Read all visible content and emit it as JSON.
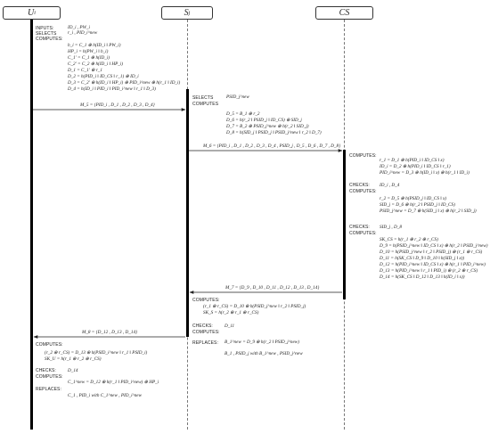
{
  "participants": {
    "ui": "U",
    "ui_sub": "i",
    "sj": "S",
    "sj_sub": "j",
    "cs": "CS"
  },
  "ui_block1": {
    "inputs_kw": "INPUTS:",
    "inputs_val": "ID_i , PW_i",
    "selects_kw": "SELECTS",
    "selects_val": "r_i , PID_i^new",
    "computes_kw": "COMPUTES:",
    "lines": [
      "b_i = C_1 ⊕ h(ID_i ‖ PW_i)",
      "HP_i = h(PW_i ‖ b_i)",
      "C_1' = C_1 ⊕ h(ID_i)",
      "C_2' = C_2 ⊕ h(ID_i ‖ HP_i)",
      "D_1 = C_1' ⊕ r_1",
      "D_2 = h(PID_i ‖ ID_CS ‖ r_1) ⊕ ID_i",
      "D_3 = C_2' ⊕ h(ID_i ‖ HP_i) ⊕ PID_i^new ⊕ h(r_1 ‖ ID_i)",
      "D_4 = h(ID_i ‖ PID_i ‖ PID_i^new ‖ r_1 ‖ D_3)"
    ]
  },
  "sj_block1": {
    "selects_kw": "SELECTS",
    "selects_val": "PSID_j^new",
    "computes_kw": "COMPUTES",
    "lines": [
      "D_5 = B_1 ⊕ r_2",
      "D_6 = h(r_2 ‖ PSID_j ‖ ID_CS) ⊕ SID_j",
      "D_7 = B_2 ⊕ PSID_j^new ⊕ h(r_2 ‖ SID_j)",
      "D_8 = h(SID_j ‖ PSID_j ‖ PSID_j^new ‖ r_2 ‖ D_7)"
    ]
  },
  "cs_block": {
    "computes1_kw": "COMPUTES:",
    "lines1": [
      "r_1 = D_1 ⊕ h(PID_i ‖ ID_CS ‖ x)",
      "ID_i = D_2 ⊕ h(PID_i ‖ ID_CS ‖ r_1)",
      "PID_i^new = D_3 ⊕ h(ID_i ‖ x) ⊕ h(r_1 ‖ ID_i)"
    ],
    "checks1_kw": "CHECKS:",
    "checks1_val": "ID_i , D_4",
    "computes2_kw": "COMPUTES:",
    "lines2": [
      "r_2 = D_5 ⊕ h(PSID_j ‖ ID_CS ‖ x)",
      "SID_j = D_6 ⊕ h(r_2 ‖ PSID_j ‖ ID_CS)",
      "PSID_j^new = D_7 ⊕ h(SID_j ‖ x) ⊕ h(r_2 ‖ SID_j)"
    ],
    "checks2_kw": "CHECKS:",
    "checks2_val": "SID_j , D_8",
    "computes3_kw": "COMPUTES:",
    "lines3": [
      "SK_CS = h(r_1 ⊕ r_2 ⊕ r_CS)",
      "D_9 = h(PSID_j^new ‖ ID_CS ‖ x) ⊕ h(r_2 ‖ PSID_j^new)",
      "D_10 = h(PSID_j^new ‖ r_2 ‖ PSID_j) ⊕ (r_1 ⊕ r_CS)",
      "D_11 = h(SK_CS ‖ D_9 ‖ D_10 ‖ h(SID_j ‖ x))",
      "D_12 = h(PID_i^new ‖ ID_CS ‖ x) ⊕ h(r_1 ‖ PID_i^new)",
      "D_13 = h(PID_i^new ‖ r_1 ‖ PID_i) ⊕ (r_2 ⊕ r_CS)",
      "D_14 = h(SK_CS ‖ D_12 ‖ D_13 ‖ h(ID_i ‖ x))"
    ]
  },
  "sj_block2": {
    "computes_kw": "COMPUTES:",
    "lines": [
      "(r_1 ⊕ r_CS) = D_10 ⊕ h(PSID_j^new ‖ r_2 ‖ PSID_j)",
      "SK_S = h(r_2 ⊕ r_1 ⊕ r_CS)"
    ],
    "checks_kw": "CHECKS:",
    "checks_val": "D_11",
    "computes2_kw": "COMPUTES:",
    "line2": "B_1^new = D_9 ⊕ h(r_2 ‖ PSID_j^new)",
    "replaces_kw": "REPLACES:",
    "replaces_val": "B_1 , PSID_j with B_1^new , PSID_j^new"
  },
  "ui_block2": {
    "computes_kw": "COMPUTES:",
    "lines": [
      "(r_2 ⊕ r_CS) = D_13 ⊕ h(PSID_i^new ‖ r_1 ‖ PSID_i)",
      "SK_U = h(r_1 ⊕ r_2 ⊕ r_CS)"
    ],
    "checks_kw": "CHECKS:",
    "checks_val": "D_14",
    "computes2_kw": "COMPUTES:",
    "line2": "C_1^new = D_12 ⊕ h(r_1 ‖ PID_i^new) ⊕ HP_i",
    "replaces_kw": "REPLACES:",
    "replaces_val": "C_1 , PID_i with C_1^new , PID_i^new"
  },
  "messages": {
    "m5": "M_5 = {PID_i , D_1 , D_2 , D_3 , D_4}",
    "m6": "M_6 = {PID_i , D_1 , D_2 , D_3 , D_4 , PSID_j , D_5 , D_6 , D_7 , D_8}",
    "m7": "M_7 = {D_9 , D_10 , D_11 , D_12 , D_13 , D_14}",
    "m8": "M_8 = {D_12 , D_13 , D_14}"
  }
}
